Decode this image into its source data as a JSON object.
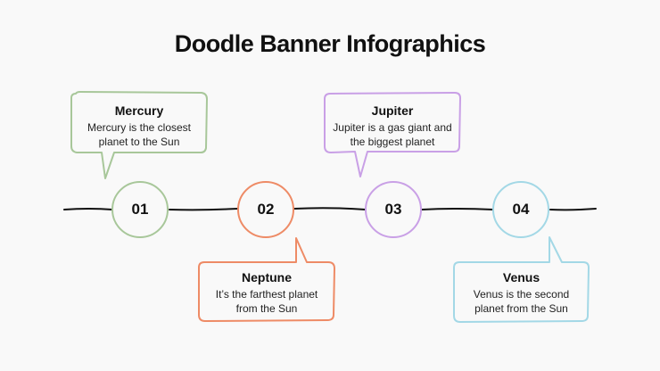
{
  "title": "Doodle Banner Infographics",
  "steps": [
    {
      "number": "01",
      "heading": "Mercury",
      "text": "Mercury is the closest planet to the Sun",
      "color": "#a8c79a"
    },
    {
      "number": "02",
      "heading": "Neptune",
      "text": "It’s the farthest planet from the Sun",
      "color": "#ee8b66"
    },
    {
      "number": "03",
      "heading": "Jupiter",
      "text": "Jupiter is a gas giant and the biggest planet",
      "color": "#c9a0e6"
    },
    {
      "number": "04",
      "heading": "Venus",
      "text": "Venus is the second planet from the Sun",
      "color": "#a3d8e6"
    }
  ]
}
